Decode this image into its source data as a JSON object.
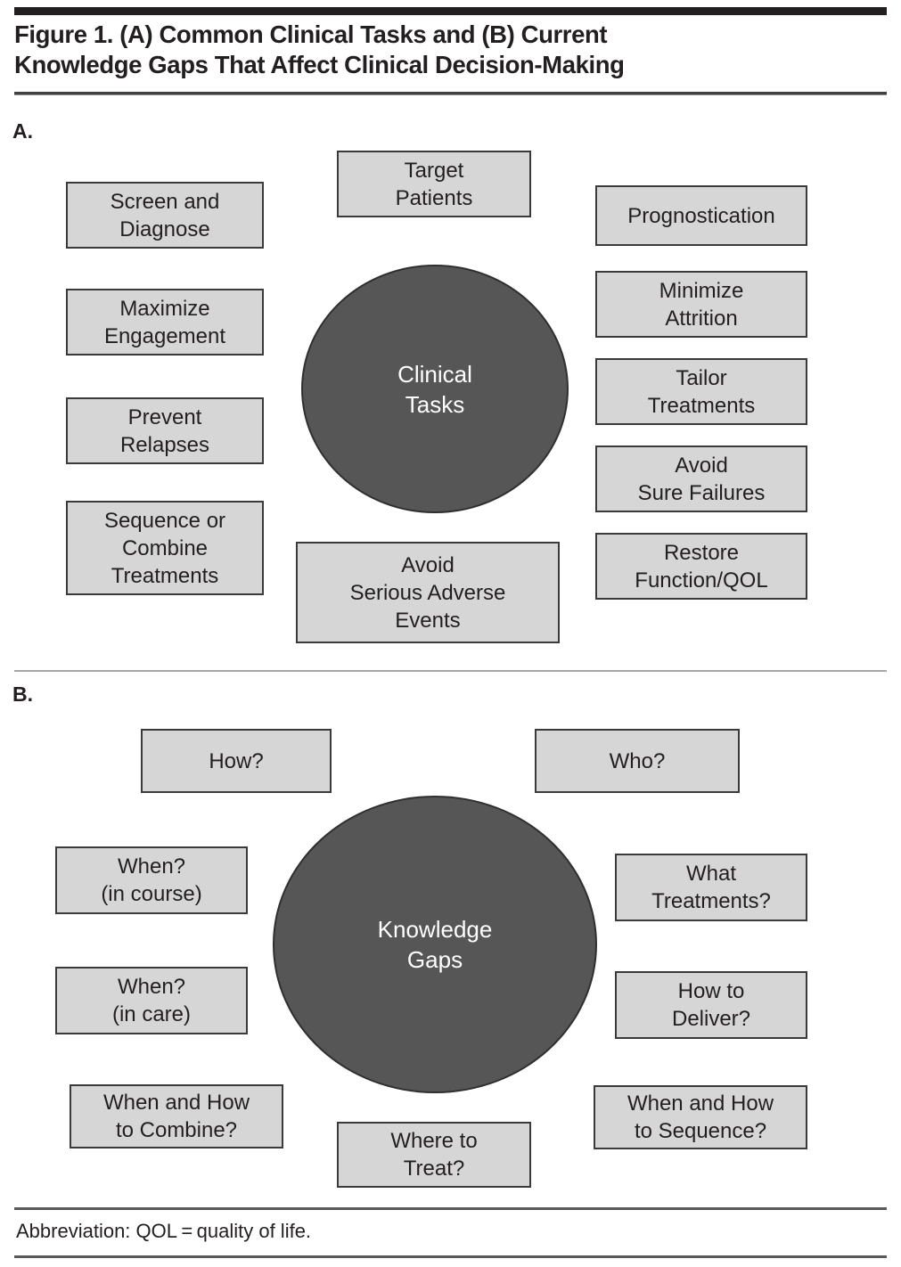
{
  "figure": {
    "title_line1": "Figure 1. (A) Common Clinical Tasks and (B) Current",
    "title_line2": "Knowledge Gaps That Affect Clinical Decision-Making",
    "footnote": "Abbreviation: QOL = quality of life.",
    "colors": {
      "box_fill": "#d6d6d6",
      "box_border": "#3a3a3a",
      "hub_fill": "#565656",
      "text": "#231f20",
      "hub_text": "#ffffff",
      "rule": "#231f20"
    }
  },
  "panel_a": {
    "letter": "A.",
    "hub": "Clinical\nTasks",
    "nodes": [
      {
        "id": "screen-and-diagnose",
        "label": "Screen and\nDiagnose"
      },
      {
        "id": "maximize-engagement",
        "label": "Maximize\nEngagement"
      },
      {
        "id": "prevent-relapses",
        "label": "Prevent\nRelapses"
      },
      {
        "id": "sequence-or-combine-treatments",
        "label": "Sequence or\nCombine\nTreatments"
      },
      {
        "id": "target-patients",
        "label": "Target\nPatients"
      },
      {
        "id": "avoid-serious-adverse-events",
        "label": "Avoid\nSerious Adverse\nEvents"
      },
      {
        "id": "prognostication",
        "label": "Prognostication"
      },
      {
        "id": "minimize-attrition",
        "label": "Minimize\nAttrition"
      },
      {
        "id": "tailor-treatments",
        "label": "Tailor\nTreatments"
      },
      {
        "id": "avoid-sure-failures",
        "label": "Avoid\nSure Failures"
      },
      {
        "id": "restore-function-qol",
        "label": "Restore\nFunction/QOL"
      }
    ]
  },
  "panel_b": {
    "letter": "B.",
    "hub": "Knowledge\nGaps",
    "nodes": [
      {
        "id": "how",
        "label": "How?"
      },
      {
        "id": "who",
        "label": "Who?"
      },
      {
        "id": "when-in-course",
        "label": "When?\n(in course)"
      },
      {
        "id": "when-in-care",
        "label": "When?\n(in care)"
      },
      {
        "id": "when-and-how-to-combine",
        "label": "When and How\nto Combine?"
      },
      {
        "id": "what-treatments",
        "label": "What\nTreatments?"
      },
      {
        "id": "how-to-deliver",
        "label": "How to\nDeliver?"
      },
      {
        "id": "when-and-how-to-sequence",
        "label": "When and How\nto Sequence?"
      },
      {
        "id": "where-to-treat",
        "label": "Where to\nTreat?"
      }
    ]
  }
}
